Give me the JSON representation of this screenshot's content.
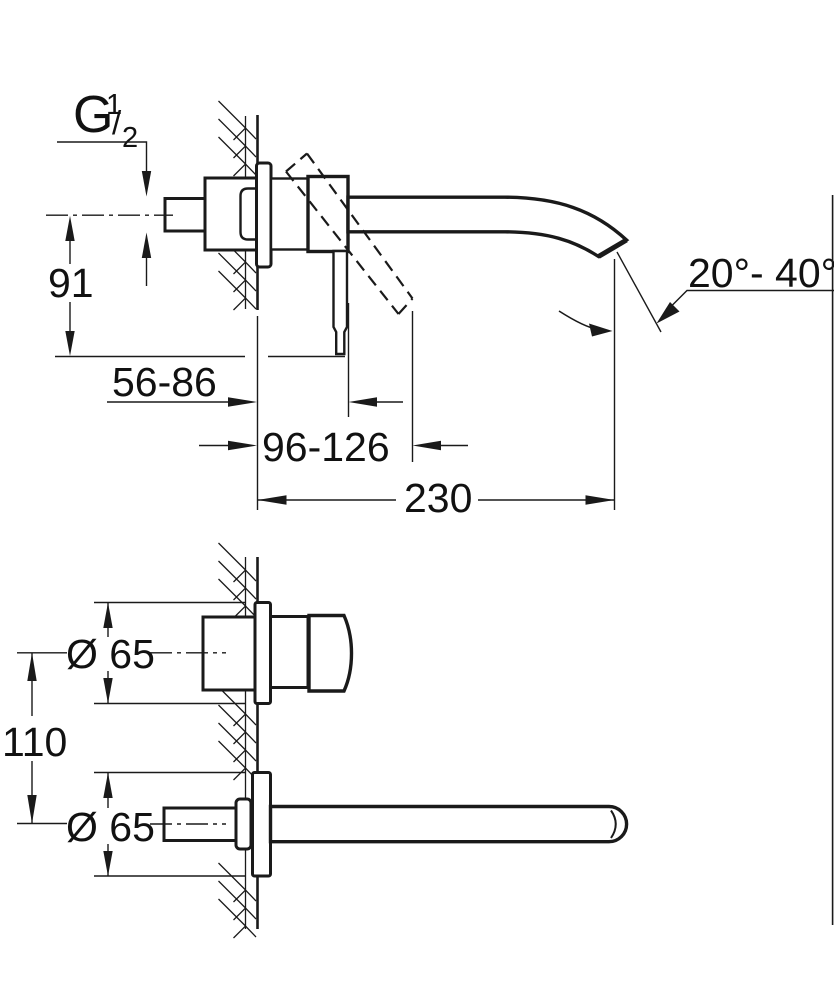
{
  "drawing": {
    "background": "#ffffff",
    "line_color": "#1a1a1a"
  },
  "side_view": {
    "thread": {
      "base": "G",
      "num": "1",
      "slash": "/",
      "den": "2"
    },
    "dims": {
      "height_to_lever": "91",
      "wall_depth_range": "56-86",
      "lever_depth_range": "96-126",
      "spout_reach": "230",
      "outlet_angle": "20°- 40°"
    }
  },
  "plan_view": {
    "dims": {
      "escutcheon_dia_top": "Ø 65",
      "escutcheon_dia_bottom": "Ø 65",
      "hole_distance": "110"
    }
  }
}
